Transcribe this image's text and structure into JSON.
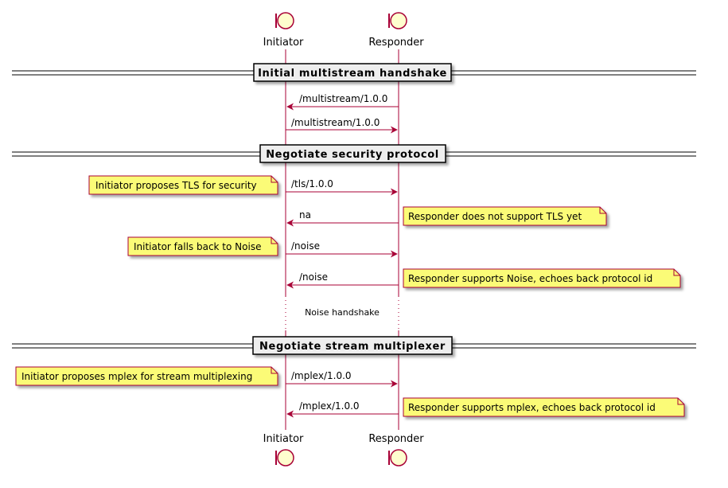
{
  "participants": {
    "initiator": "Initiator",
    "responder": "Responder"
  },
  "dividers": {
    "initial": "Initial multistream handshake",
    "security": "Negotiate security protocol",
    "muxer": "Negotiate stream multiplexer"
  },
  "messages": {
    "ms_resp": "/multistream/1.0.0",
    "ms_init": "/multistream/1.0.0",
    "tls_req": "/tls/1.0.0",
    "na_resp": "na",
    "noise_req": "/noise",
    "noise_resp": "/noise",
    "mplex_req": "/mplex/1.0.0",
    "mplex_resp": "/mplex/1.0.0"
  },
  "notes": {
    "init_tls": "Initiator proposes TLS for security",
    "resp_no_tls": "Responder does not support TLS yet",
    "init_noise": "Initiator falls back to Noise",
    "resp_noise": "Responder supports Noise, echoes back protocol id",
    "init_mplex": "Initiator proposes mplex for stream multiplexing",
    "resp_mplex": "Responder supports mplex, echoes back protocol id"
  },
  "delay": {
    "label": "Noise handshake"
  },
  "colors": {
    "line": "#a80036",
    "actor_fill": "#fefece",
    "note_fill": "#fbfb77",
    "divider_fill": "#eeeeee"
  }
}
